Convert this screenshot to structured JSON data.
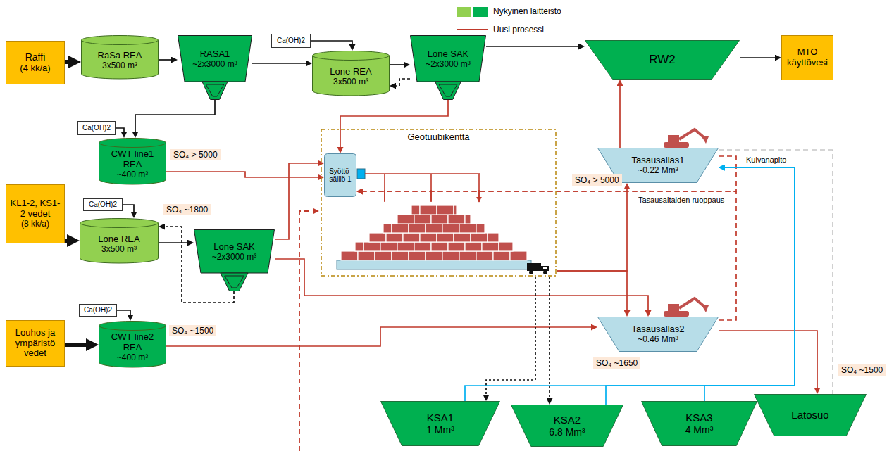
{
  "diagram": {
    "nodes": [
      {
        "text": [
          "Raffi",
          "(4 kk/a)"
        ]
      },
      {
        "text": [
          "RaSa REA",
          "3x500 m³"
        ]
      },
      {
        "text": [
          "RASA1",
          "~2x3000 m³"
        ]
      },
      {
        "text": [
          "Ca(OH)2"
        ]
      },
      {
        "text": [
          "Lone REA",
          "3x500 m³"
        ]
      },
      {
        "text": [
          "Lone SAK",
          "~2x3000 m³"
        ]
      },
      {
        "text": [
          "RW2"
        ]
      },
      {
        "text": [
          "MTO käyttövesi"
        ]
      },
      {
        "text": [
          "Ca(OH)2"
        ]
      },
      {
        "text": [
          "CWT line1 REA",
          "~400 m³"
        ]
      },
      {
        "text": [
          "KL1-2, KS1-2 vedet",
          "(8 kk/a)"
        ]
      },
      {
        "text": [
          "Ca(OH)2"
        ]
      },
      {
        "text": [
          "Lone REA",
          "3x500 m³"
        ]
      },
      {
        "text": [
          "Lone SAK",
          "~2x3000 m³"
        ]
      },
      {
        "text": [
          "Louhos ja ympäristö vedet"
        ]
      },
      {
        "text": [
          "Ca(OH)2"
        ]
      },
      {
        "text": [
          "CWT line2 REA",
          "~400 m³"
        ]
      },
      {
        "text": [
          "Geotuubikenttä"
        ]
      },
      {
        "text": [
          "Syöttö-säiliö 1"
        ],
        "in": 17
      },
      {
        "text": [
          "Tasausallas1",
          "~0.22 Mm³"
        ]
      },
      {
        "text": [
          "Tasausallas2",
          "~0.46 Mm³"
        ]
      },
      {
        "text": [
          "KSA1",
          "1 Mm³"
        ]
      },
      {
        "text": [
          "KSA2",
          "6.8 Mm³"
        ]
      },
      {
        "text": [
          "KSA3",
          "4 Mm³"
        ]
      },
      {
        "text": [
          "Latosuo"
        ]
      }
    ],
    "edges": [
      {
        "from": 0,
        "to": 1,
        "arrow": "to"
      },
      {
        "from": 1,
        "to": 2,
        "arrow": "to"
      },
      {
        "from": 2,
        "to": 9,
        "arrow": "to"
      },
      {
        "from": 2,
        "to": 4,
        "arrow": "to"
      },
      {
        "from": 3,
        "to": 4,
        "arrow": "to"
      },
      {
        "from": 4,
        "to": 5,
        "arrow": "to"
      },
      {
        "from": 5,
        "to": 4,
        "arrow": "to"
      },
      {
        "from": 5,
        "to": 6,
        "arrow": "to"
      },
      {
        "from": 6,
        "to": 7,
        "arrow": "to"
      },
      {
        "from": 5,
        "to": 18,
        "arrow": "to"
      },
      {
        "from": 9,
        "to": 18,
        "arrow": "to"
      },
      {
        "from": 8,
        "to": 9,
        "arrow": "to"
      },
      {
        "from": 10,
        "to": 12,
        "arrow": "to"
      },
      {
        "from": 11,
        "to": 12,
        "arrow": "to"
      },
      {
        "from": 12,
        "to": 13,
        "arrow": "to"
      },
      {
        "from": 13,
        "to": 12,
        "arrow": "to"
      },
      {
        "from": 13,
        "to": 18,
        "arrow": "to"
      },
      {
        "from": 13,
        "to": 20,
        "arrow": "to"
      },
      {
        "from": 14,
        "to": 16,
        "arrow": "to"
      },
      {
        "from": 15,
        "to": 16,
        "arrow": "to"
      },
      {
        "from": 16,
        "to": 20,
        "arrow": "to"
      },
      {
        "from": 17,
        "to": 19,
        "arrow": "to"
      },
      {
        "from": 17,
        "to": 20,
        "arrow": "to"
      },
      {
        "from": 19,
        "to": 6,
        "arrow": "to"
      },
      {
        "from": 20,
        "to": 24,
        "arrow": "to"
      },
      {
        "from": 19,
        "to": 18,
        "arrow": "to"
      },
      {
        "from": 20,
        "to": 18,
        "arrow": "to"
      },
      {
        "from": 17,
        "to": 21,
        "arrow": "to"
      },
      {
        "from": 17,
        "to": 22,
        "arrow": "to"
      },
      {
        "from": 21,
        "to": 19,
        "arrow": "to"
      },
      {
        "from": 22,
        "to": 19,
        "arrow": "to"
      },
      {
        "from": 23,
        "to": 19,
        "arrow": "to"
      },
      {
        "from": 19,
        "to": 24,
        "arrow": "none"
      }
    ],
    "labels": [
      "SO₄ > 5000",
      "SO₄ ~1800",
      "SO₄ ~1500",
      "SO₄ > 5000",
      "SO₄ ~1650",
      "SO₄ ~1500",
      "Kuivanapito",
      "Tasausaltaiden ruoppaus"
    ],
    "legend": [
      {
        "text": "Nykyinen laitteisto",
        "color": "#92d050"
      },
      {
        "text": "Uusi prosessi"
      }
    ]
  }
}
